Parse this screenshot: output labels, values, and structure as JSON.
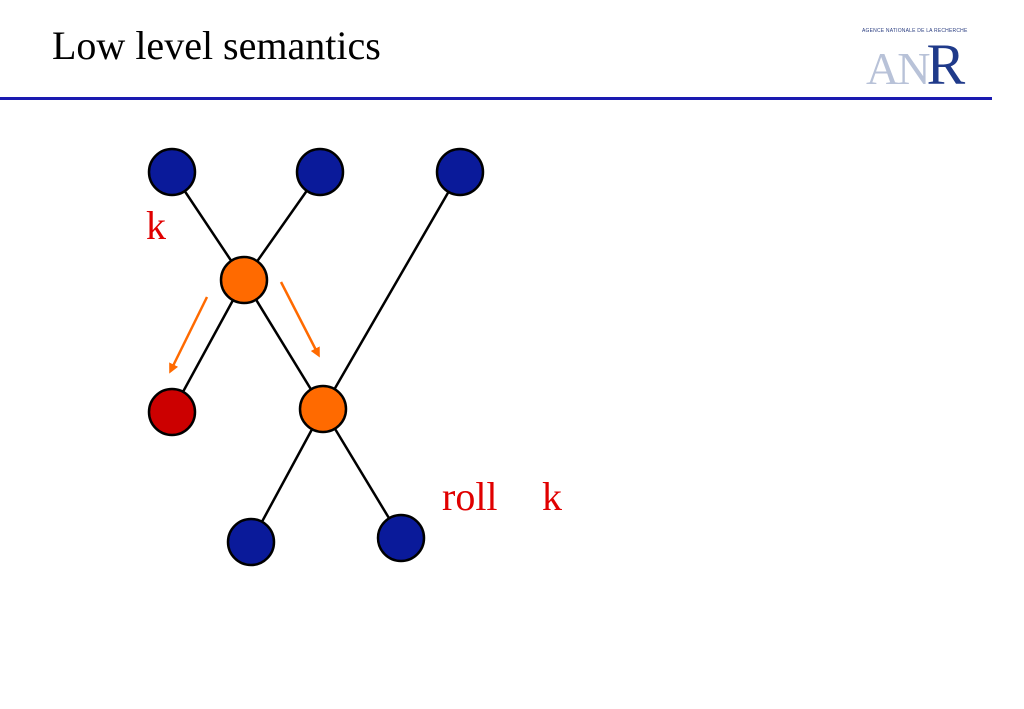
{
  "slide": {
    "title": "Low level semantics"
  },
  "logo": {
    "caption": "AGENCE NATIONALE DE LA RECHERCHE",
    "letter_a": "A",
    "letter_n": "N",
    "letter_r": "R"
  },
  "diagram": {
    "label_top": "k",
    "label_roll": "roll",
    "label_k": "k"
  },
  "colors": {
    "title_rule": "#1a1ab0",
    "node_blue": "#0a1a9a",
    "node_orange": "#ff6a00",
    "node_red": "#cc0000",
    "arrow_orange": "#ff6a00",
    "label_red": "#e00000"
  }
}
